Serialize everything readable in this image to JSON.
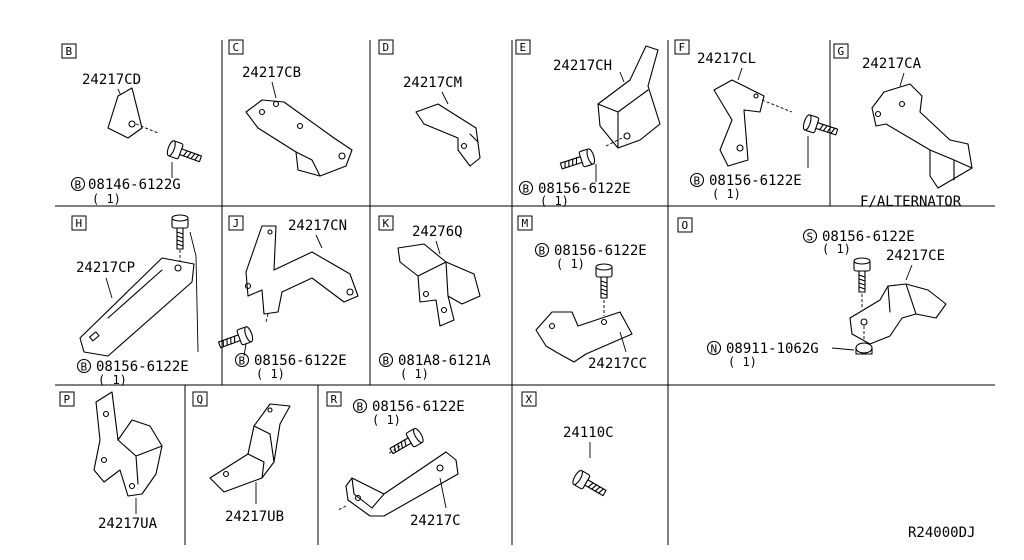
{
  "diagram_code": "R24000DJ",
  "panels": [
    {
      "id": "B",
      "letter": "B",
      "part": "24217CD",
      "fastener_prefix": "B",
      "fastener": "08146-6122G",
      "qty": "( 1)"
    },
    {
      "id": "C",
      "letter": "C",
      "part": "24217CB"
    },
    {
      "id": "D",
      "letter": "D",
      "part": "24217CM"
    },
    {
      "id": "E",
      "letter": "E",
      "part": "24217CH",
      "fastener_prefix": "B",
      "fastener": "08156-6122E",
      "qty": "( 1)"
    },
    {
      "id": "F",
      "letter": "F",
      "part": "24217CL",
      "fastener_prefix": "B",
      "fastener": "08156-6122E",
      "qty": "( 1)"
    },
    {
      "id": "G",
      "letter": "G",
      "part": "24217CA",
      "note": "F/ALTERNATOR"
    },
    {
      "id": "H",
      "letter": "H",
      "part": "24217CP",
      "fastener_prefix": "B",
      "fastener": "08156-6122E",
      "qty": "( 1)"
    },
    {
      "id": "J",
      "letter": "J",
      "part": "24217CN",
      "fastener_prefix": "B",
      "fastener": "08156-6122E",
      "qty": "( 1)"
    },
    {
      "id": "K",
      "letter": "K",
      "part": "24276Q",
      "fastener_prefix": "B",
      "fastener": "081A8-6121A",
      "qty": "( 1)"
    },
    {
      "id": "M",
      "letter": "M",
      "part": "24217CC",
      "fastener_prefix": "B",
      "fastener": "08156-6122E",
      "qty": "( 1)"
    },
    {
      "id": "O",
      "letter": "O",
      "part": "24217CE",
      "fastener_prefix": "S",
      "fastener": "08156-6122E",
      "qty": "( 1)",
      "nut_prefix": "N",
      "nut": "08911-1062G",
      "nut_qty": "( 1)"
    },
    {
      "id": "P",
      "letter": "P",
      "part": "24217UA"
    },
    {
      "id": "Q",
      "letter": "Q",
      "part": "24217UB"
    },
    {
      "id": "R",
      "letter": "R",
      "part": "24217C",
      "fastener_prefix": "B",
      "fastener": "08156-6122E",
      "qty": "( 1)"
    },
    {
      "id": "X",
      "letter": "X",
      "part": "24110C"
    }
  ]
}
